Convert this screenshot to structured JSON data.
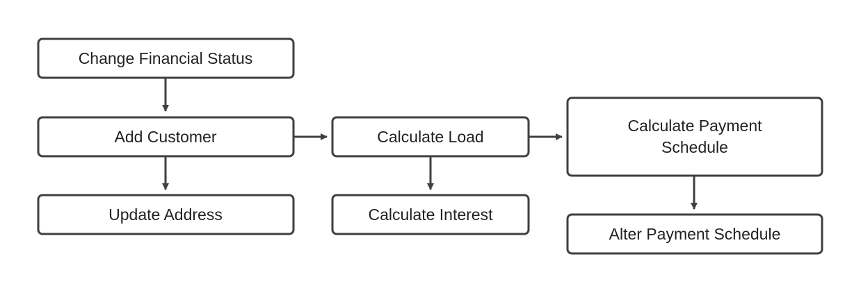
{
  "colors": {
    "background": "#ffffff",
    "stroke": "#3f3f3f",
    "text": "#222222"
  },
  "nodes": {
    "change_financial_status": {
      "label": "Change Financial Status"
    },
    "add_customer": {
      "label": "Add Customer"
    },
    "update_address": {
      "label": "Update Address"
    },
    "calculate_load": {
      "label": "Calculate Load"
    },
    "calculate_interest": {
      "label": "Calculate Interest"
    },
    "calculate_payment_schedule": {
      "label_line1": "Calculate Payment",
      "label_line2": "Schedule"
    },
    "alter_payment_schedule": {
      "label": "Alter Payment Schedule"
    }
  },
  "edges": [
    {
      "from": "change_financial_status",
      "to": "add_customer"
    },
    {
      "from": "add_customer",
      "to": "update_address"
    },
    {
      "from": "add_customer",
      "to": "calculate_load"
    },
    {
      "from": "calculate_load",
      "to": "calculate_interest"
    },
    {
      "from": "calculate_load",
      "to": "calculate_payment_schedule"
    },
    {
      "from": "calculate_payment_schedule",
      "to": "alter_payment_schedule"
    }
  ]
}
